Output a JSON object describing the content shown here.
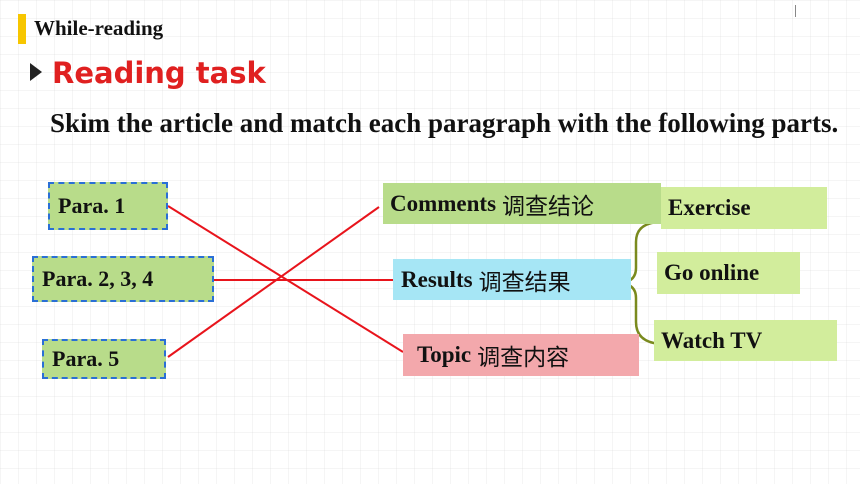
{
  "section_label": "While-reading",
  "heading": "Reading task",
  "instruction": "Skim the article and match each paragraph with the following parts.",
  "paragraphs": [
    "Para. 1",
    "Para. 2, 3, 4",
    "Para. 5"
  ],
  "parts": {
    "comments": {
      "en": "Comments",
      "cn": "调查结论"
    },
    "results": {
      "en": "Results",
      "cn": "调查结果"
    },
    "topic": {
      "en": "Topic",
      "cn": "调查内容"
    }
  },
  "result_items": [
    "Exercise",
    "Go online",
    "Watch TV"
  ],
  "colors": {
    "accent_bar": "#f7c600",
    "heading": "#e02020",
    "para_fill": "#b8dc8a",
    "para_border": "#2a6fd6",
    "comments_fill": "#b8dc8a",
    "results_fill": "#a6e6f5",
    "topic_fill": "#f3a8ac",
    "items_fill": "#d2ed9c",
    "match_line": "#e8141c",
    "brace": "#7a8a1e"
  }
}
